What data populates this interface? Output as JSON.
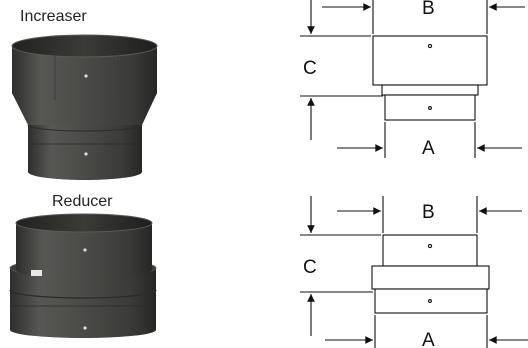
{
  "increaser": {
    "title": "Increaser",
    "dimensions": {
      "top_width": "B",
      "height": "C",
      "bottom_width": "A"
    }
  },
  "reducer": {
    "title": "Reducer",
    "dimensions": {
      "top_width": "B",
      "height": "C",
      "bottom_width": "A"
    }
  },
  "colors": {
    "pipe_body": "#4b4b48",
    "pipe_dark": "#2f2f2d",
    "line": "#111111"
  }
}
